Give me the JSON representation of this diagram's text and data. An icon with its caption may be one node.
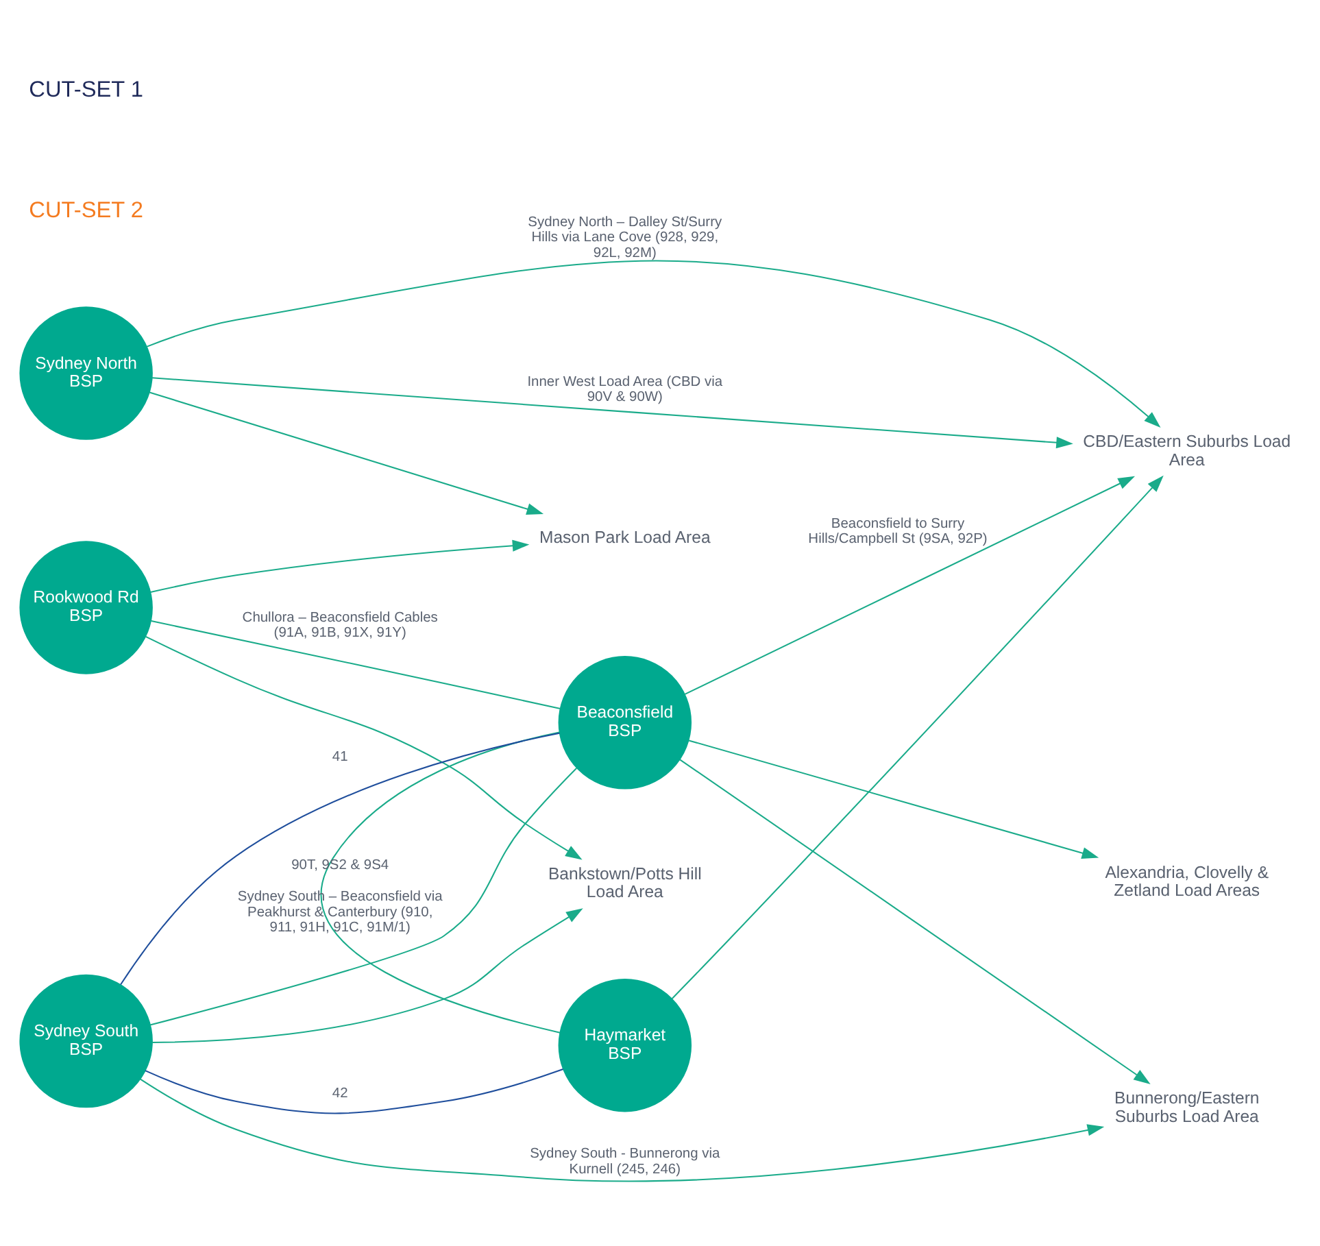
{
  "diagram": {
    "nodes": [
      {
        "text": [
          "Sydney North BSP"
        ]
      },
      {
        "text": [
          "CBD/Eastern Suburbs Load Area"
        ]
      },
      {
        "text": [
          "Mason Park Load Area"
        ]
      },
      {
        "text": [
          "Haymarket BSP"
        ]
      },
      {
        "text": [
          "Rookwood Rd BSP"
        ]
      },
      {
        "text": [
          "Beaconsfield BSP"
        ]
      },
      {
        "text": [
          "Alexandria, Clovelly & Zetland Load Areas"
        ]
      },
      {
        "text": [
          "Bankstown/Potts Hill Load Area"
        ]
      },
      {
        "text": [
          "Bunnerong/Eastern Suburbs Load Area"
        ]
      },
      {
        "text": [
          "Sydney South BSP"
        ]
      }
    ],
    "edges": [
      {
        "from": 0,
        "to": 1,
        "arrow": "to",
        "label": "Sydney North – Dalley St/Surry Hills via Lane Cove (928, 929, 92L, 92M)"
      },
      {
        "from": 0,
        "to": 1,
        "arrow": "to",
        "label": "Inner West Load Area (CBD via 90V & 90W)"
      },
      {
        "from": 0,
        "to": 2,
        "arrow": "to"
      },
      {
        "from": 3,
        "to": 1,
        "arrow": "to"
      },
      {
        "from": 5,
        "to": 1,
        "arrow": "to",
        "label": "Beaconsfield to Surry Hills/Campbell St (9SA, 92P)"
      },
      {
        "from": 5,
        "to": 3,
        "arrow": "none",
        "label": "90T, 9S2 & 9S4"
      },
      {
        "from": 4,
        "to": 2,
        "arrow": "to"
      },
      {
        "from": 4,
        "to": 5,
        "arrow": "none",
        "label": "Chullora – Beaconsfield Cables (91A, 91B, 91X, 91Y)"
      },
      {
        "from": 4,
        "to": 7,
        "arrow": "to"
      },
      {
        "from": 9,
        "to": 7,
        "arrow": "to"
      },
      {
        "from": 9,
        "to": 5,
        "arrow": "none",
        "label": "Sydney South – Beaconsfield via Peakhurst & Canterbury (910, 911, 91H, 91C, 91M/1)"
      },
      {
        "from": 9,
        "to": 3,
        "arrow": "none",
        "label": "42",
        "color": "#1f4e9c"
      },
      {
        "from": 9,
        "to": 5,
        "arrow": "none",
        "label": "41",
        "color": "#1f4e9c"
      },
      {
        "from": 9,
        "to": 8,
        "arrow": "to",
        "label": "Sydney South - Bunnerong via Kurnell (245, 246)"
      },
      {
        "from": 5,
        "to": 6,
        "arrow": "to"
      },
      {
        "from": 5,
        "to": 8,
        "arrow": "to"
      }
    ],
    "labels": [
      "CUT-SET 2",
      "CUT-SET 1"
    ]
  }
}
